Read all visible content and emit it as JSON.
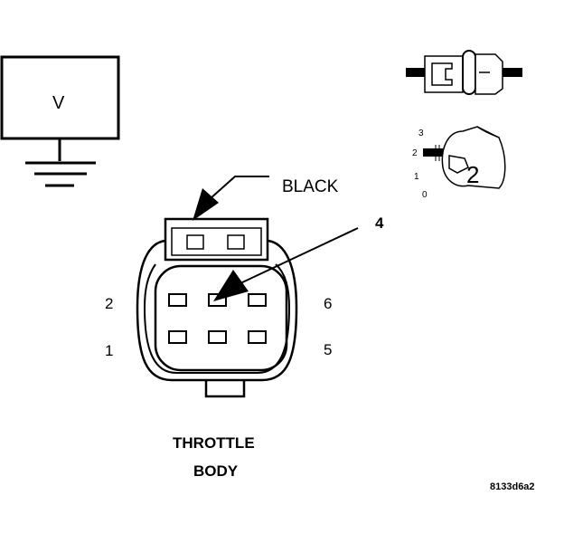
{
  "voltmeter": {
    "label": "V"
  },
  "wire_color": "BLACK",
  "callout_number": "4",
  "cavity_numbers": {
    "top_left": "2",
    "bottom_left": "1",
    "top_right": "6",
    "bottom_right": "5"
  },
  "component": {
    "line1": "THROTTLE",
    "line2": "BODY"
  },
  "dial": {
    "scale": [
      "3",
      "2",
      "1",
      "0"
    ],
    "value": "2"
  },
  "figure_id": "8133d6a2",
  "colors": {
    "ink": "#000000",
    "background": "#ffffff"
  }
}
